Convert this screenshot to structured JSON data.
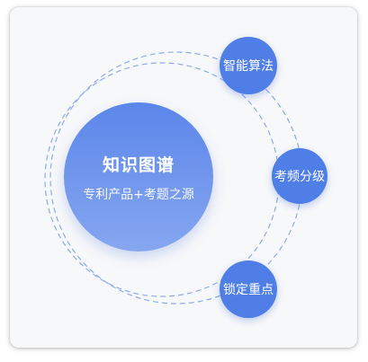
{
  "center": {
    "title": "知识图谱",
    "subtitle": "专利产品+考题之源"
  },
  "nodes": [
    {
      "label": "智能算法"
    },
    {
      "label": "考频分级"
    },
    {
      "label": "锁定重点"
    }
  ],
  "colors": {
    "center_gradient_top": "#5b86ea",
    "center_gradient_bottom": "#86a6ef",
    "node_fill": "#4f7fe6",
    "orbit_stroke": "#8eabea",
    "card_background": "#f7f8fa"
  }
}
